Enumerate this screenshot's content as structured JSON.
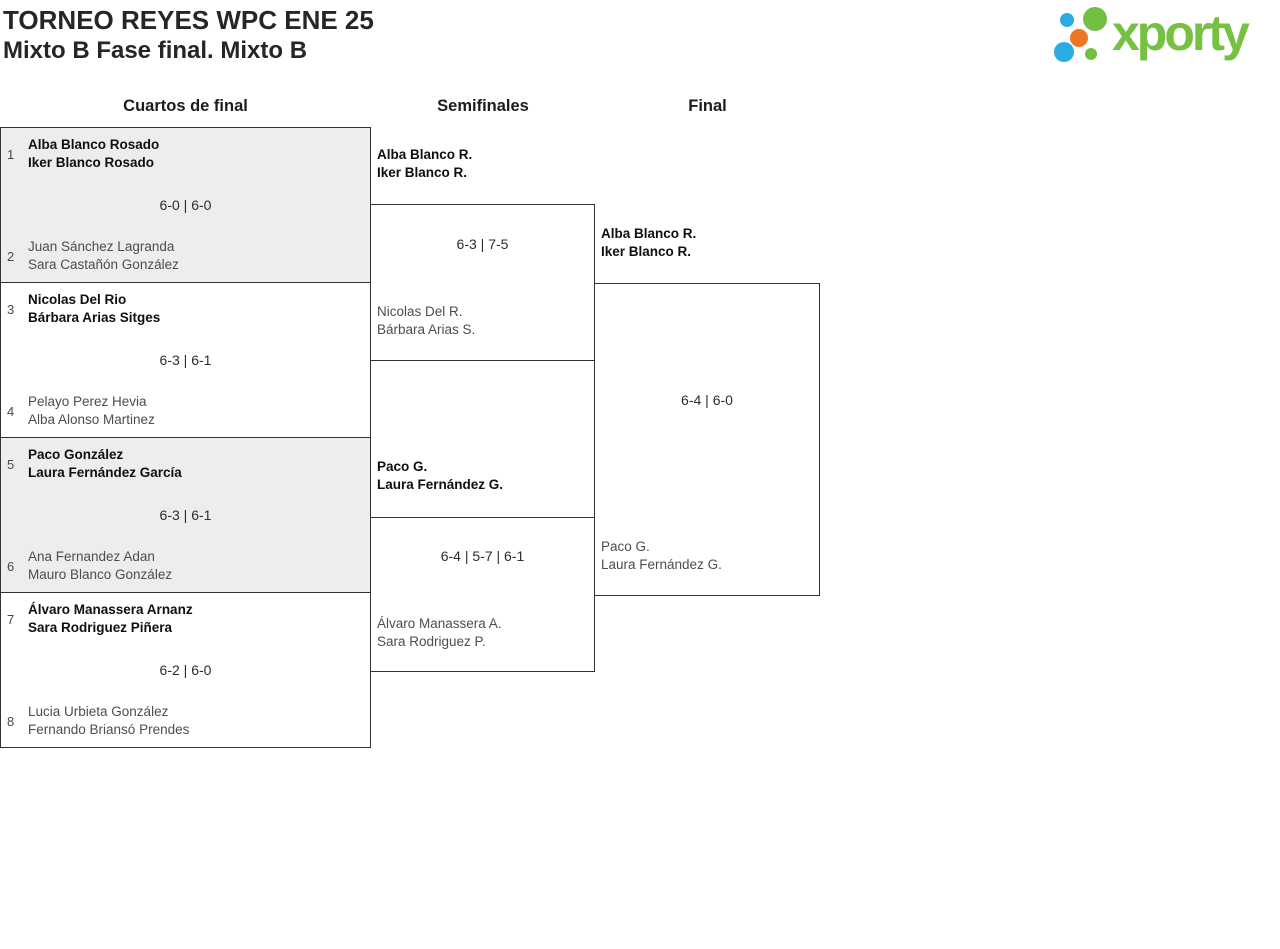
{
  "header": {
    "title": "TORNEO REYES WPC ENE 25",
    "subtitle": "Mixto B Fase final. Mixto B",
    "logo_text": "xporty"
  },
  "colors": {
    "brand_green": "#76c043",
    "brand_blue": "#2aabe2",
    "brand_orange": "#ee7623",
    "block_gray": "#ededed",
    "line": "#333333"
  },
  "rounds": [
    {
      "label": "Cuartos de final"
    },
    {
      "label": "Semifinales"
    },
    {
      "label": "Final"
    }
  ],
  "bracket": {
    "quarterfinals": [
      {
        "seed_top": "1",
        "team_top": [
          "Alba Blanco Rosado",
          "Iker Blanco Rosado"
        ],
        "score": "6-0 | 6-0",
        "seed_bottom": "2",
        "team_bottom": [
          "Juan Sánchez Lagranda",
          "Sara Castañón González"
        ],
        "winner": "top"
      },
      {
        "seed_top": "3",
        "team_top": [
          "Nicolas Del Rio",
          "Bárbara Arias Sitges"
        ],
        "score": "6-3 | 6-1",
        "seed_bottom": "4",
        "team_bottom": [
          "Pelayo Perez Hevia",
          "Alba Alonso Martinez"
        ],
        "winner": "top"
      },
      {
        "seed_top": "5",
        "team_top": [
          "Paco González",
          "Laura Fernández García"
        ],
        "score": "6-3 | 6-1",
        "seed_bottom": "6",
        "team_bottom": [
          "Ana Fernandez Adan",
          "Mauro Blanco González"
        ],
        "winner": "top"
      },
      {
        "seed_top": "7",
        "team_top": [
          "Álvaro Manassera Arnanz",
          "Sara Rodriguez Piñera"
        ],
        "score": "6-2 | 6-0",
        "seed_bottom": "8",
        "team_bottom": [
          "Lucia Urbieta González",
          "Fernando Briansó Prendes"
        ],
        "winner": "top"
      }
    ],
    "semifinals": [
      {
        "team_top": [
          "Alba Blanco R.",
          "Iker Blanco R."
        ],
        "score": "6-3 | 7-5",
        "team_bottom": [
          "Nicolas Del R.",
          "Bárbara Arias S."
        ],
        "winner": "top"
      },
      {
        "team_top": [
          "Paco G.",
          "Laura Fernández G."
        ],
        "score": "6-4 | 5-7 | 6-1",
        "team_bottom": [
          "Álvaro Manassera A.",
          "Sara Rodriguez P."
        ],
        "winner": "top"
      }
    ],
    "final": {
      "team_top": [
        "Alba Blanco R.",
        "Iker Blanco R."
      ],
      "score": "6-4 | 6-0",
      "team_bottom": [
        "Paco G.",
        "Laura Fernández G."
      ],
      "winner": "top"
    }
  }
}
